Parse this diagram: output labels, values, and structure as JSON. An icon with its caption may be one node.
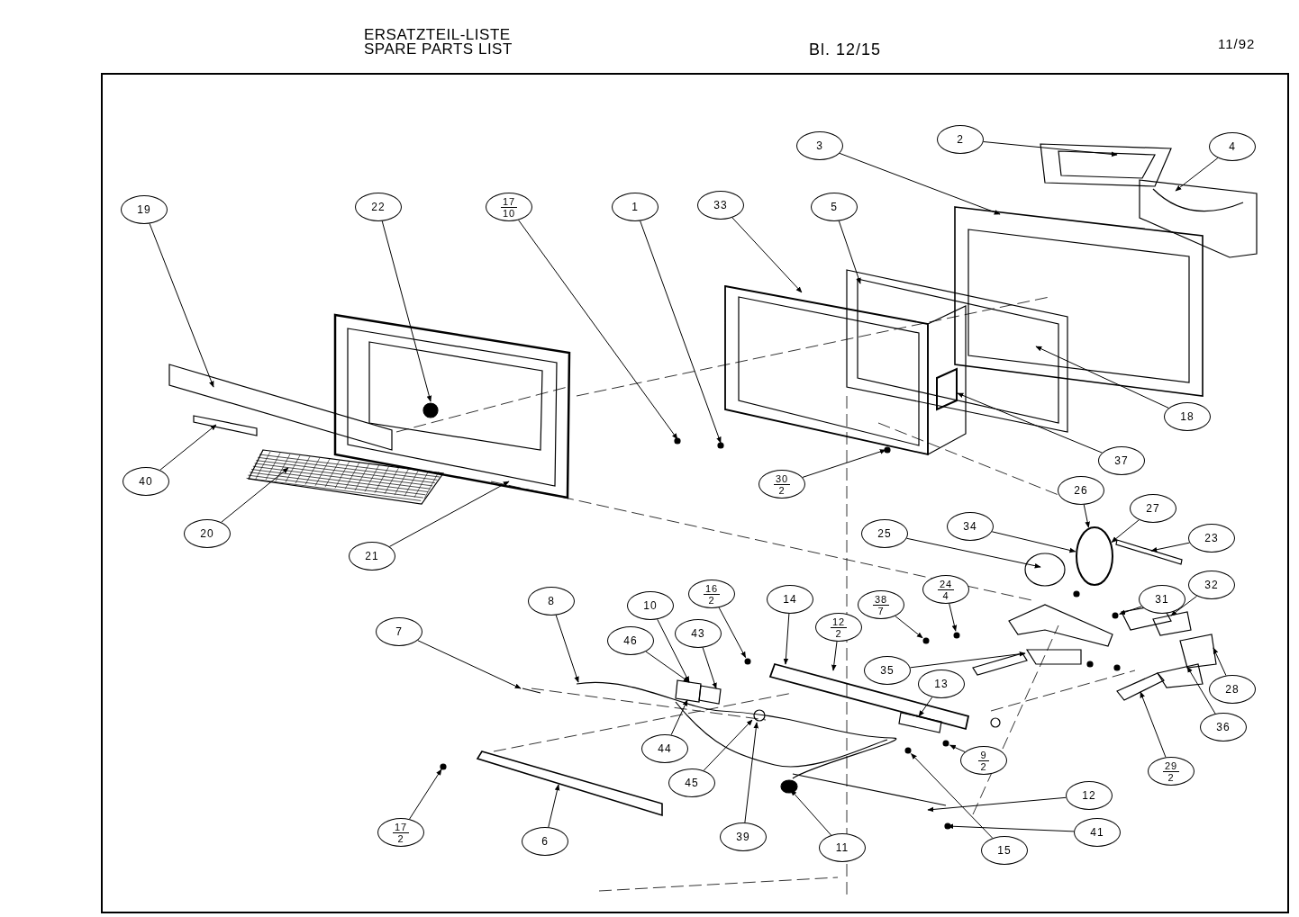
{
  "diagram": {
    "title": "ERSATZTEIL-LISTE SPARE PARTS LIST",
    "nodes": [
      {
        "text": [
          "2"
        ]
      },
      {
        "text": [
          "4"
        ]
      },
      {
        "text": [
          "3"
        ]
      },
      {
        "text": [
          "19"
        ]
      },
      {
        "text": [
          "22"
        ]
      },
      {
        "text": [
          "17",
          "10"
        ]
      },
      {
        "text": [
          "1"
        ]
      },
      {
        "text": [
          "33"
        ]
      },
      {
        "text": [
          "5"
        ]
      },
      {
        "text": [
          "18"
        ]
      },
      {
        "text": [
          "37"
        ]
      },
      {
        "text": [
          "30",
          "2"
        ]
      },
      {
        "text": [
          "40"
        ]
      },
      {
        "text": [
          "20"
        ]
      },
      {
        "text": [
          "21"
        ]
      },
      {
        "text": [
          "26"
        ]
      },
      {
        "text": [
          "27"
        ]
      },
      {
        "text": [
          "34"
        ]
      },
      {
        "text": [
          "23"
        ]
      },
      {
        "text": [
          "25"
        ]
      },
      {
        "text": [
          "31"
        ]
      },
      {
        "text": [
          "32"
        ]
      },
      {
        "text": [
          "8"
        ]
      },
      {
        "text": [
          "16",
          "2"
        ]
      },
      {
        "text": [
          "14"
        ]
      },
      {
        "text": [
          "10"
        ]
      },
      {
        "text": [
          "12",
          "2"
        ]
      },
      {
        "text": [
          "38",
          "7"
        ]
      },
      {
        "text": [
          "24",
          "4"
        ]
      },
      {
        "text": [
          "46"
        ]
      },
      {
        "text": [
          "43"
        ]
      },
      {
        "text": [
          "7"
        ]
      },
      {
        "text": [
          "35"
        ]
      },
      {
        "text": [
          "13"
        ]
      },
      {
        "text": [
          "28"
        ]
      },
      {
        "text": [
          "36"
        ]
      },
      {
        "text": [
          "44"
        ]
      },
      {
        "text": [
          "9",
          "2"
        ]
      },
      {
        "text": [
          "29",
          "2"
        ]
      },
      {
        "text": [
          "45"
        ]
      },
      {
        "text": [
          "12"
        ]
      },
      {
        "text": [
          "41"
        ]
      },
      {
        "text": [
          "17",
          "2"
        ]
      },
      {
        "text": [
          "6"
        ]
      },
      {
        "text": [
          "39"
        ]
      },
      {
        "text": [
          "11"
        ]
      },
      {
        "text": [
          "15"
        ]
      },
      {
        "text": [],
        "shape": "bar"
      },
      {
        "text": [],
        "shape": "box"
      },
      {
        "text": [],
        "shape": "circle"
      },
      {
        "text": [],
        "shape": "circle"
      },
      {
        "text": [],
        "shape": "box"
      },
      {
        "text": [],
        "shape": "circle"
      },
      {
        "text": [],
        "shape": "circle"
      },
      {
        "text": [],
        "shape": "box"
      },
      {
        "text": [],
        "shape": "box"
      },
      {
        "text": [],
        "shape": "box"
      },
      {
        "text": [],
        "shape": "circle"
      },
      {
        "text": [],
        "shape": "circle"
      },
      {
        "text": [],
        "shape": "circle"
      },
      {
        "text": [],
        "shape": "box"
      },
      {
        "text": [],
        "shape": "box"
      }
    ],
    "edges": [
      {
        "from": 0,
        "to": null,
        "arrow": "to"
      },
      {
        "from": 1,
        "to": null,
        "arrow": "to"
      },
      {
        "from": 2,
        "to": null,
        "arrow": "to"
      },
      {
        "from": 3,
        "to": null,
        "arrow": "to"
      },
      {
        "from": 4,
        "to": null,
        "arrow": "to"
      },
      {
        "from": 5,
        "to": null,
        "arrow": "to"
      },
      {
        "from": 6,
        "to": null,
        "arrow": "to"
      },
      {
        "from": 7,
        "to": null,
        "arrow": "to"
      },
      {
        "from": 8,
        "to": null,
        "arrow": "to"
      },
      {
        "from": 9,
        "to": null,
        "arrow": "to"
      },
      {
        "from": 10,
        "to": null,
        "arrow": "to"
      },
      {
        "from": 11,
        "to": null,
        "arrow": "to"
      },
      {
        "from": 12,
        "to": null,
        "arrow": "to"
      },
      {
        "from": 13,
        "to": null,
        "arrow": "to"
      },
      {
        "from": 14,
        "to": null,
        "arrow": "to"
      },
      {
        "from": 15,
        "to": 52,
        "arrow": "to"
      },
      {
        "from": 16,
        "to": 52,
        "arrow": "to"
      },
      {
        "from": 17,
        "to": 52,
        "arrow": "to"
      },
      {
        "from": 18,
        "to": 47,
        "arrow": "to"
      },
      {
        "from": 19,
        "to": null,
        "arrow": "to"
      },
      {
        "from": 20,
        "to": 59,
        "arrow": "to"
      },
      {
        "from": 21,
        "to": 48,
        "arrow": "to"
      },
      {
        "from": 22,
        "to": null,
        "arrow": "to"
      },
      {
        "from": 23,
        "to": 49,
        "arrow": "to"
      },
      {
        "from": 24,
        "to": null,
        "arrow": "to"
      },
      {
        "from": 25,
        "to": 60,
        "arrow": "to"
      },
      {
        "from": 26,
        "to": null,
        "arrow": "to"
      },
      {
        "from": 27,
        "to": 50,
        "arrow": "to"
      },
      {
        "from": 28,
        "to": 53,
        "arrow": "to"
      },
      {
        "from": 29,
        "to": 60,
        "arrow": "to"
      },
      {
        "from": 30,
        "to": 54,
        "arrow": "to"
      },
      {
        "from": 31,
        "to": null,
        "arrow": "to"
      },
      {
        "from": 32,
        "to": null,
        "arrow": "to"
      },
      {
        "from": 33,
        "to": 51,
        "arrow": "to"
      },
      {
        "from": 34,
        "to": 55,
        "arrow": "to"
      },
      {
        "from": 35,
        "to": 56,
        "arrow": "to"
      },
      {
        "from": 36,
        "to": 60,
        "arrow": "to"
      },
      {
        "from": 37,
        "to": 57,
        "arrow": "to"
      },
      {
        "from": 38,
        "to": 61,
        "arrow": "to"
      },
      {
        "from": 39,
        "to": null,
        "arrow": "to"
      },
      {
        "from": 40,
        "to": null,
        "arrow": "to"
      },
      {
        "from": 41,
        "to": null,
        "arrow": "to"
      },
      {
        "from": 42,
        "to": null,
        "arrow": "to"
      },
      {
        "from": 43,
        "to": null,
        "arrow": "to"
      },
      {
        "from": 44,
        "to": null,
        "arrow": "to"
      },
      {
        "from": 45,
        "to": null,
        "arrow": "to"
      },
      {
        "from": 46,
        "to": 58,
        "arrow": "to"
      }
    ],
    "labels": [
      "Bl. 12/15",
      "11/92"
    ]
  }
}
